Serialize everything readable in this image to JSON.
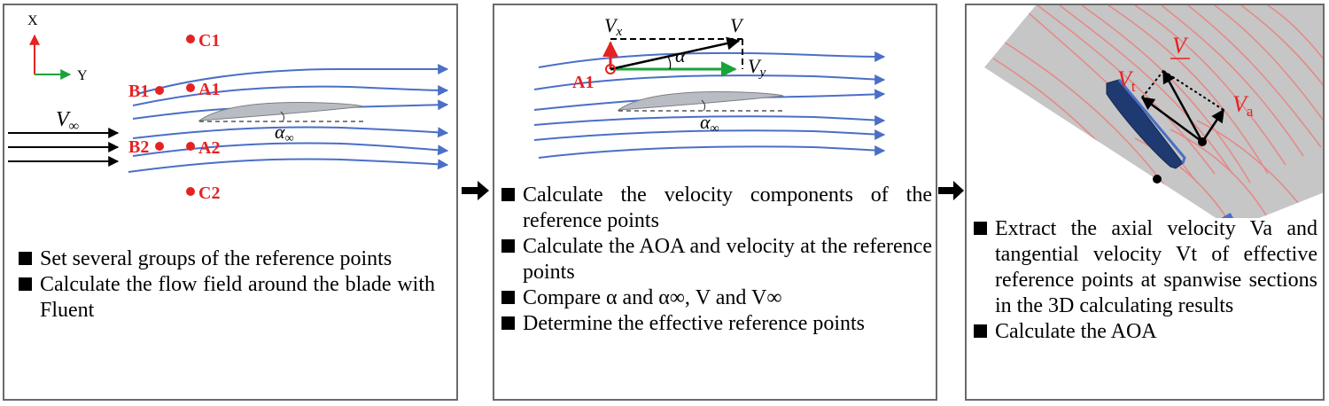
{
  "panel1": {
    "axis_x": "X",
    "axis_y": "Y",
    "velocity_inf": "V",
    "velocity_inf_sub": "∞",
    "alpha_inf": "α",
    "alpha_inf_sub": "∞",
    "points": [
      "C1",
      "B1",
      "A1",
      "B2",
      "A2",
      "C2"
    ],
    "bullets": [
      "Set several groups of the reference points",
      "Calculate the flow field around the blade with Fluent"
    ]
  },
  "panel2": {
    "point": "A1",
    "vx": "V",
    "vx_sub": "x",
    "v": "V",
    "vy": "V",
    "vy_sub": "y",
    "alpha": "α",
    "alpha_inf": "α",
    "alpha_inf_sub": "∞",
    "bullets": [
      "Calculate the velocity components of the reference points",
      "Calculate the AOA and velocity at the reference points",
      "Compare α and α∞, V and V∞",
      "Determine the effective reference points"
    ]
  },
  "panel3": {
    "v": "V",
    "vt": "V",
    "vt_sub": "t",
    "va": "V",
    "va_sub": "a",
    "bullets": [
      "Extract the axial velocity Va and tangential velocity Vt of effective reference points at spanwise sections in the 3D calculating results",
      "Calculate the AOA"
    ]
  },
  "colors": {
    "reference_point": "#e52222",
    "streamline": "#4a6fc7",
    "green_vector": "#1aa33a",
    "blade": "#b9bcc2",
    "blade_3d": "#1f3a70",
    "surface_3d": "#c6c6c6",
    "streamline_3d": "#e58a8a"
  }
}
